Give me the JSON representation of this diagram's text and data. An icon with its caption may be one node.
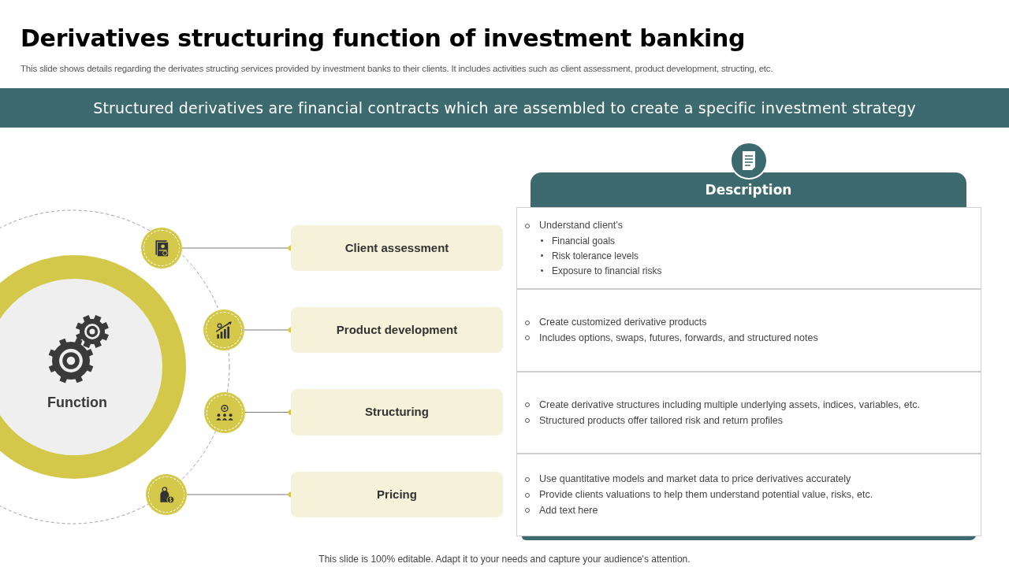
{
  "diagram": {
    "title": "Derivatives structuring function of investment banking",
    "nodes": [
      {
        "text": [
          "Structured derivatives are financial contracts which are assembled to create a specific investment strategy"
        ]
      },
      {
        "text": [
          "Function"
        ]
      },
      {
        "text": [],
        "shape": "circle"
      },
      {
        "text": [],
        "shape": "circle"
      },
      {
        "text": [],
        "shape": "circle"
      },
      {
        "text": [],
        "shape": "circle"
      },
      {
        "text": [
          "Client assessment"
        ]
      },
      {
        "text": [
          "Product development"
        ]
      },
      {
        "text": [
          "Structuring"
        ]
      },
      {
        "text": [
          "Pricing"
        ]
      },
      {
        "text": [
          "Description"
        ]
      },
      {
        "text": [
          "Understand client’s",
          "Financial goals",
          "Risk tolerance levels",
          "Exposure to financial risks"
        ]
      },
      {
        "text": [
          "Create customized derivative products",
          "Includes options, swaps, futures, forwards, and structured notes"
        ]
      },
      {
        "text": [
          "Create derivative structures including multiple underlying assets, indices, variables, etc.",
          "Structured products offer tailored risk and return profiles"
        ]
      },
      {
        "text": [
          "Use quantitative models and market data to price derivatives accurately",
          "Provide clients valuations to help them understand potential value, risks, etc.",
          "Add text here"
        ]
      }
    ],
    "edges": [
      {
        "from": 2,
        "to": 6,
        "arrow": "other"
      },
      {
        "from": 3,
        "to": 7,
        "arrow": "other"
      },
      {
        "from": 4,
        "to": 8,
        "arrow": "other"
      },
      {
        "from": 5,
        "to": 9,
        "arrow": "other"
      }
    ],
    "labels": [
      "This slide shows details regarding the derivates structing services provided by investment banks to their clients. It includes activities such as client assessment, product development, structing, etc.",
      "This slide is 100% editable. Adapt it to your needs and capture your audience's attention."
    ]
  }
}
